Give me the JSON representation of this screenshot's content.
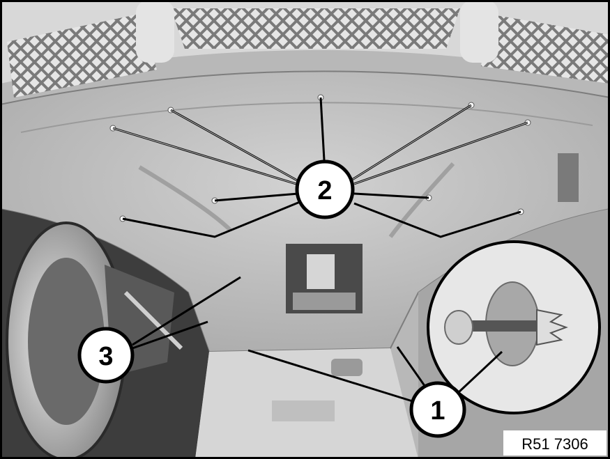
{
  "callouts": {
    "one": "1",
    "two": "2",
    "three": "3"
  },
  "figure_reference": "R51 7306",
  "colors": {
    "background": "#ffffff",
    "grille": "#c9c9c9",
    "panel": "#bdbdbd",
    "shadow": "#3a3a3a",
    "line": "#000000"
  }
}
